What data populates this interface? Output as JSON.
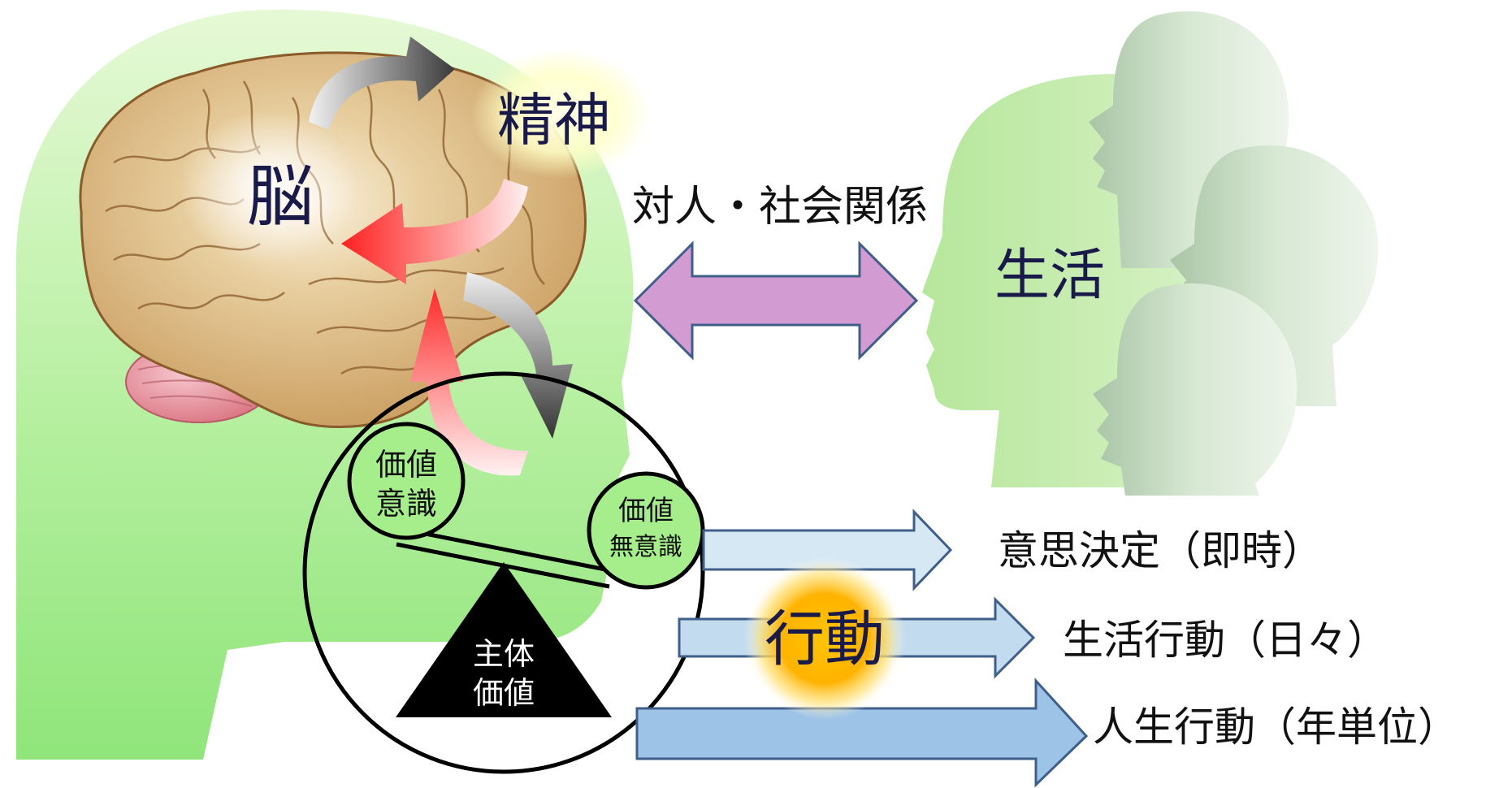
{
  "labels": {
    "brain": "脳",
    "mind": "精神",
    "social_relations": "対人・社会関係",
    "life": "生活",
    "value_conscious": [
      "価値",
      "意識"
    ],
    "value_unconscious": [
      "価値",
      "無意識"
    ],
    "subject_value": [
      "主体",
      "価値"
    ],
    "action": "行動",
    "decision": "意思決定（即時）",
    "life_action": "生活行動（日々）",
    "life_course_action": "人生行動（年単位）"
  },
  "colors": {
    "head_green": "#9fe88f",
    "faces_green": "#c9ecb0",
    "social_arrow": "#d29bd2",
    "up_arrow_red": "#ff3a3a",
    "loop_arrow_gray": "#555555",
    "action_glow": "#ffb800",
    "behavior_arrow_light": "#d3e6f3",
    "behavior_arrow_mid": "#c2dbee",
    "behavior_arrow_dark": "#9dc3e6",
    "text_navy": "#1a1a4a"
  }
}
